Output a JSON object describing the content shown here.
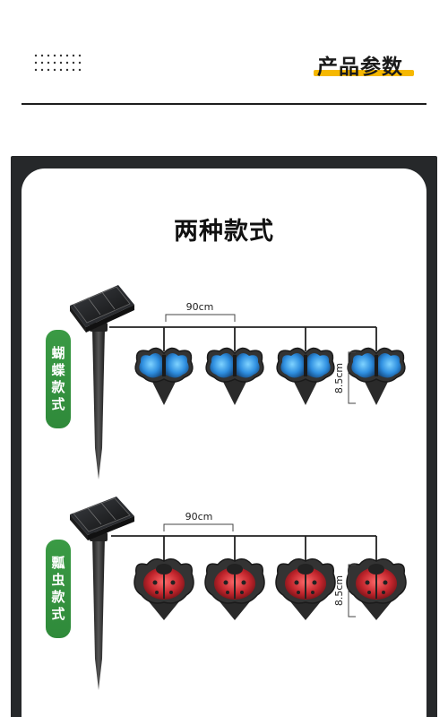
{
  "header": {
    "title": "产品参数"
  },
  "section": {
    "title": "两种款式"
  },
  "styles": [
    {
      "badge": [
        "蝴",
        "蝶",
        "款",
        "式"
      ],
      "spacing_label": "90cm",
      "height_label": "8.5cm",
      "light_color": "#2f8fe0"
    },
    {
      "badge": [
        "瓢",
        "虫",
        "款",
        "式"
      ],
      "spacing_label": "90cm",
      "height_label": "8.5cm",
      "light_color": "#c3262d"
    }
  ],
  "colors": {
    "accent": "#f6b800",
    "badge_green": "#33913e",
    "frame_dark": "#26282a"
  }
}
